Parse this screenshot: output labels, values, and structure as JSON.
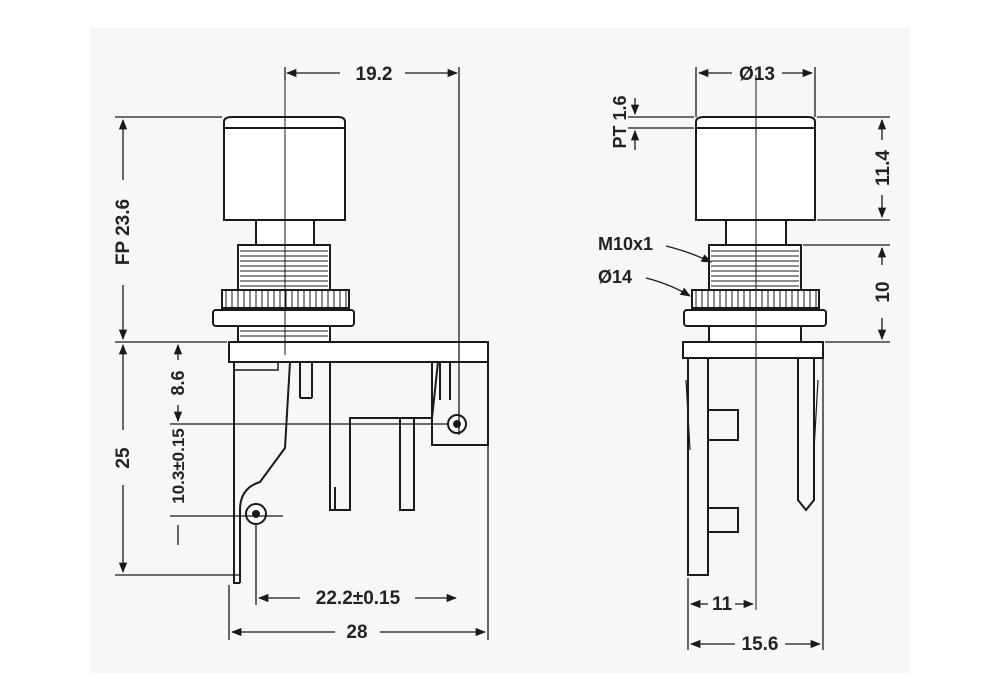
{
  "drawing": {
    "front": {
      "dim_width_top": "19.2",
      "dim_fp": "FP 23.6",
      "dim_height_25": "25",
      "dim_8_6": "8.6",
      "dim_10_3": "10.3±0.15",
      "dim_22_2": "22.2±0.15",
      "dim_width_28": "28"
    },
    "side": {
      "dim_diam_13": "Ø13",
      "dim_pt": "PT 1.6",
      "dim_11_4": "11.4",
      "dim_10": "10",
      "callout_thread": "M10x1",
      "callout_nut": "Ø14",
      "dim_11": "11",
      "dim_15_6": "15.6"
    }
  },
  "colors": {
    "line": "#1a1a1a",
    "frame": "#f7f7f7",
    "fill": "#ffffff"
  }
}
